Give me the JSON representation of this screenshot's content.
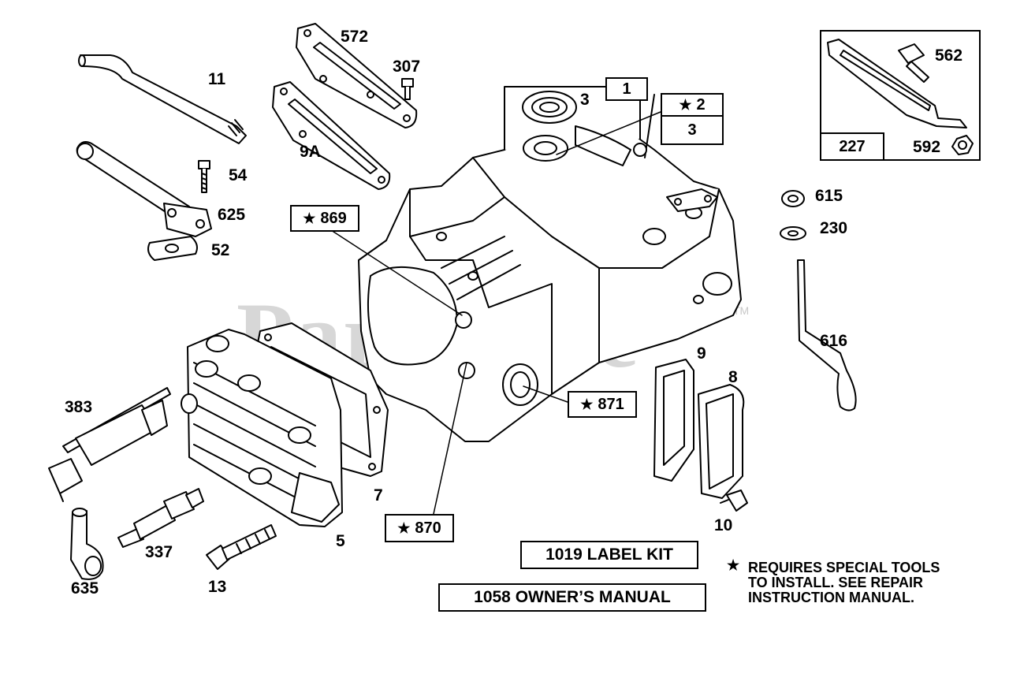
{
  "watermark": {
    "text": "PartsTree",
    "tm": "TM"
  },
  "labels": {
    "p11": "11",
    "p572": "572",
    "p307": "307",
    "p54": "54",
    "p9a": "9A",
    "p625": "625",
    "p52": "52",
    "p3a": "3",
    "p3b": "3",
    "p562": "562",
    "p592": "592",
    "p615": "615",
    "p230": "230",
    "p616": "616",
    "p9": "9",
    "p8": "8",
    "p10": "10",
    "p383": "383",
    "p7": "7",
    "p5": "5",
    "p337": "337",
    "p13": "13",
    "p635": "635"
  },
  "boxes": {
    "b1": "1",
    "b2": "2",
    "b227": "227",
    "b869": "869",
    "b870": "870",
    "b871": "871"
  },
  "kits": {
    "label_kit": "1019 LABEL KIT",
    "owners_manual": "1058 OWNER’S MANUAL"
  },
  "note": {
    "star": "★",
    "line1": "REQUIRES SPECIAL TOOLS",
    "line2": "TO INSTALL.  SEE REPAIR",
    "line3": "INSTRUCTION MANUAL."
  },
  "star": "★"
}
